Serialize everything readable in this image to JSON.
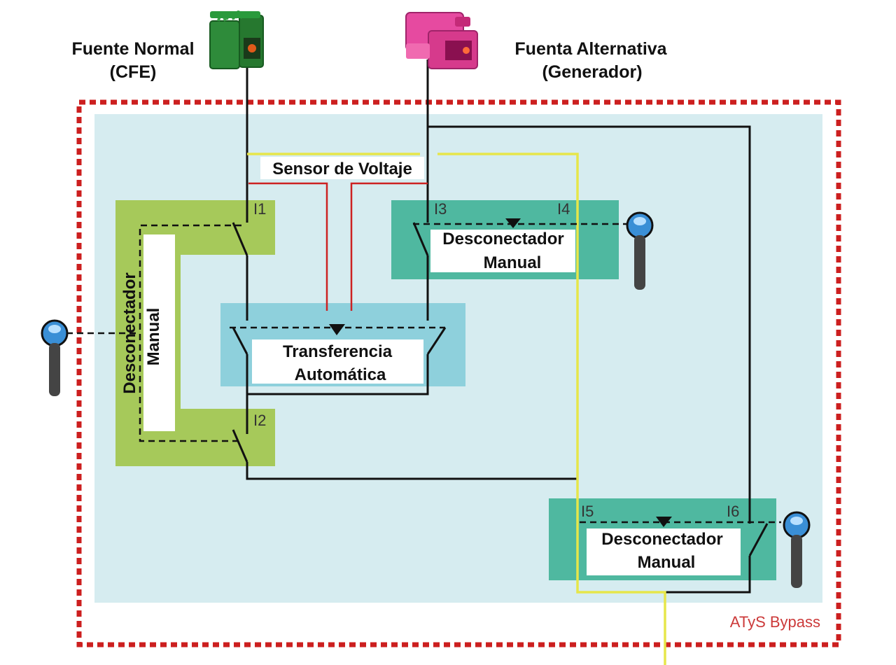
{
  "sources": {
    "normal": {
      "line1": "Fuente Normal",
      "line2": "(CFE)"
    },
    "alternative": {
      "line1": "Fuenta Alternativa",
      "line2": "(Generador)"
    }
  },
  "sensor": {
    "label": "Sensor de Voltaje"
  },
  "switches": {
    "left_manual": {
      "line1": "Desconectador",
      "line2": "Manual"
    },
    "top_right_manual": {
      "line1": "Desconectador",
      "line2": "Manual"
    },
    "bottom_right_manual": {
      "line1": "Desconectador",
      "line2": "Manual"
    },
    "automatic": {
      "line1": "Transferencia",
      "line2": "Automática"
    }
  },
  "terminals": {
    "i1": "I1",
    "i2": "I2",
    "i3": "I3",
    "i4": "I4",
    "i5": "I5",
    "i6": "I6"
  },
  "enclosure": {
    "label": "ATyS Bypass"
  },
  "colors": {
    "enclosure_border": "#cc1f1f",
    "enclosure_fill": "#d6ecf0",
    "manual_left_fill": "#a6c95a",
    "manual_right_fill": "#4fb8a0",
    "automatic_fill": "#8ed0dc",
    "sensor_wire": "#cc2222",
    "load_wire": "#e6e64a",
    "conductor": "#111111",
    "transformer": "#2e8b3a",
    "generator": "#d63a8c",
    "handle_knob": "#3a8fd6",
    "handle_shaft": "#444444"
  },
  "icons": {
    "transformer": "transformer-icon",
    "generator": "generator-icon",
    "handle": "rotary-handle-icon"
  }
}
